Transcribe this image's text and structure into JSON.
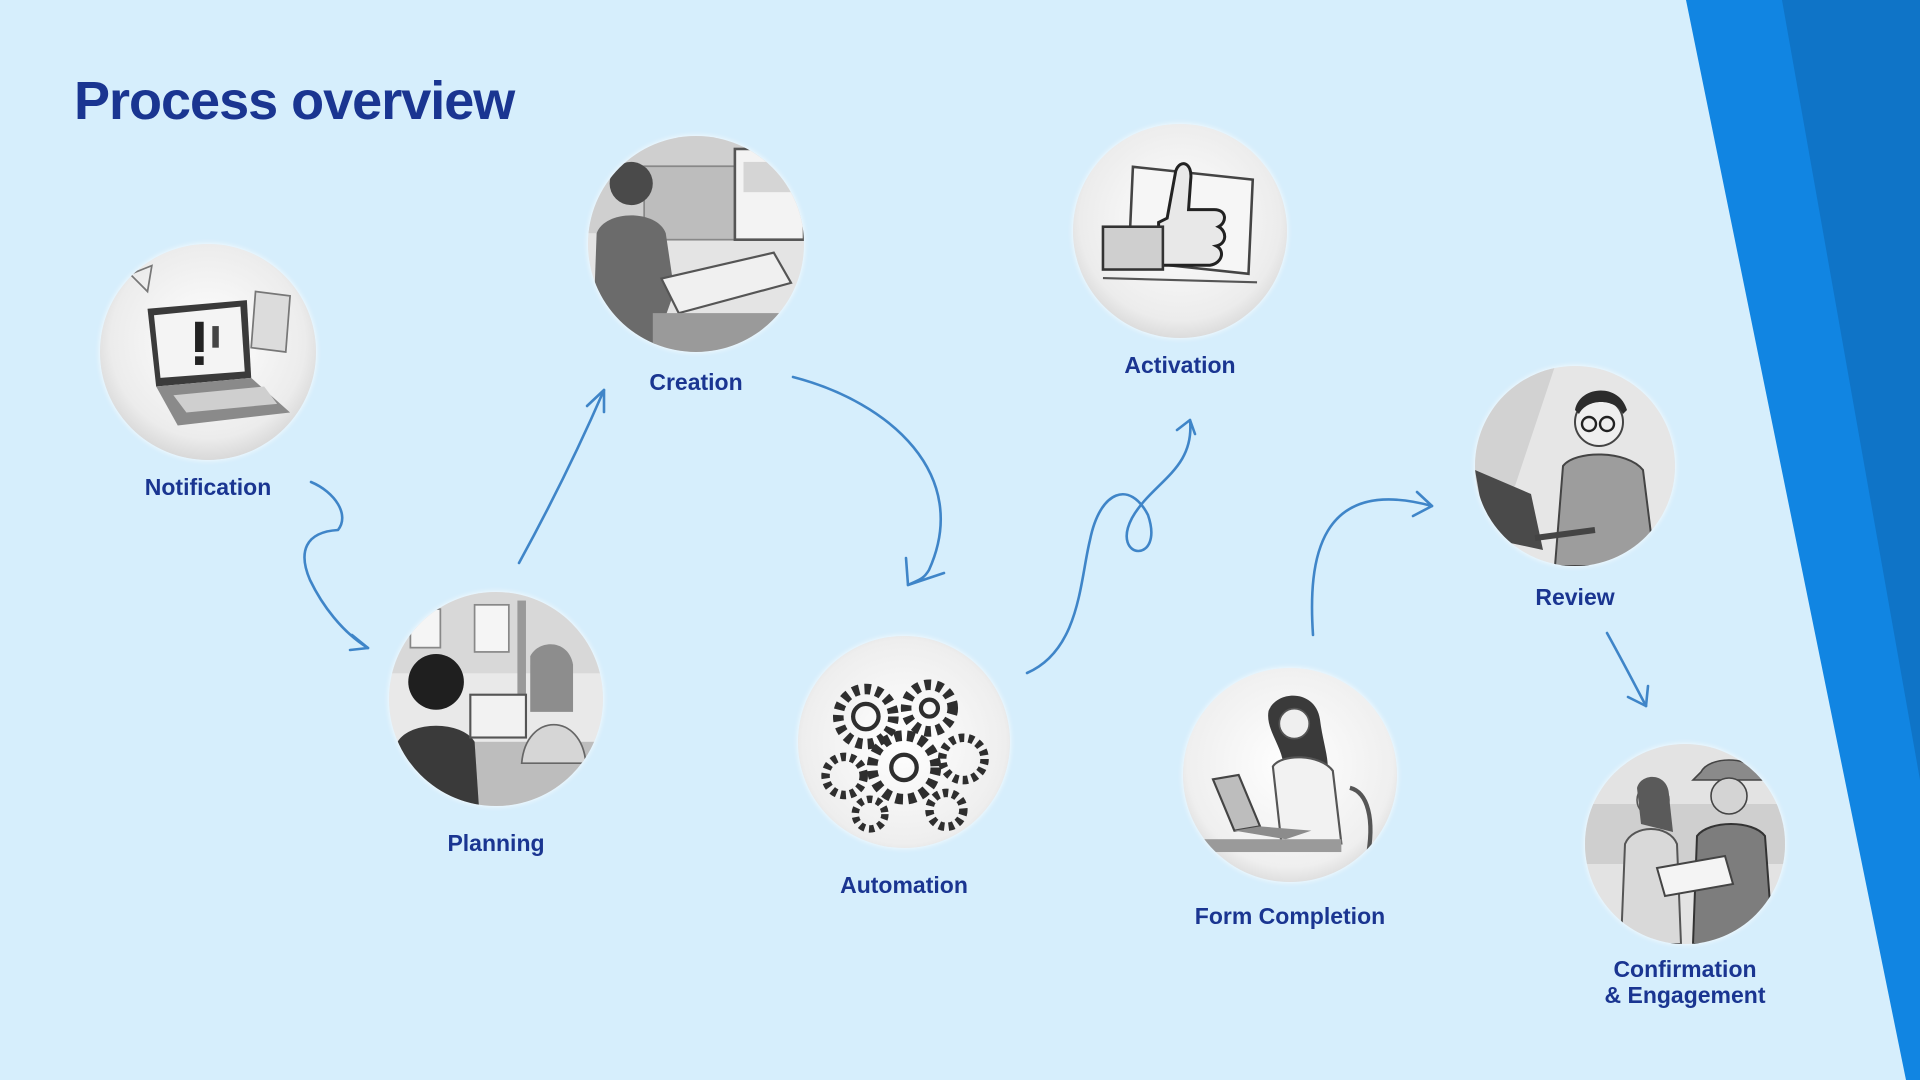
{
  "title": "Process overview",
  "colors": {
    "background": "#d6eefc",
    "title": "#1a3591",
    "arrow": "#3f85c8",
    "band_light": "#1185e2",
    "band_dark": "#0f74c7"
  },
  "steps": [
    {
      "id": "notification",
      "label": "Notification",
      "icon": "laptop-alert-icon"
    },
    {
      "id": "planning",
      "label": "Planning",
      "icon": "meeting-icon"
    },
    {
      "id": "creation",
      "label": "Creation",
      "icon": "designer-at-screen-icon"
    },
    {
      "id": "automation",
      "label": "Automation",
      "icon": "gears-icon"
    },
    {
      "id": "activation",
      "label": "Activation",
      "icon": "thumbs-up-icon"
    },
    {
      "id": "form-completion",
      "label": "Form Completion",
      "icon": "woman-typing-laptop-icon"
    },
    {
      "id": "review",
      "label": "Review",
      "icon": "man-reviewing-laptop-icon"
    },
    {
      "id": "confirmation",
      "label": "Confirmation\n& Engagement",
      "icon": "two-people-with-tablet-icon"
    }
  ]
}
